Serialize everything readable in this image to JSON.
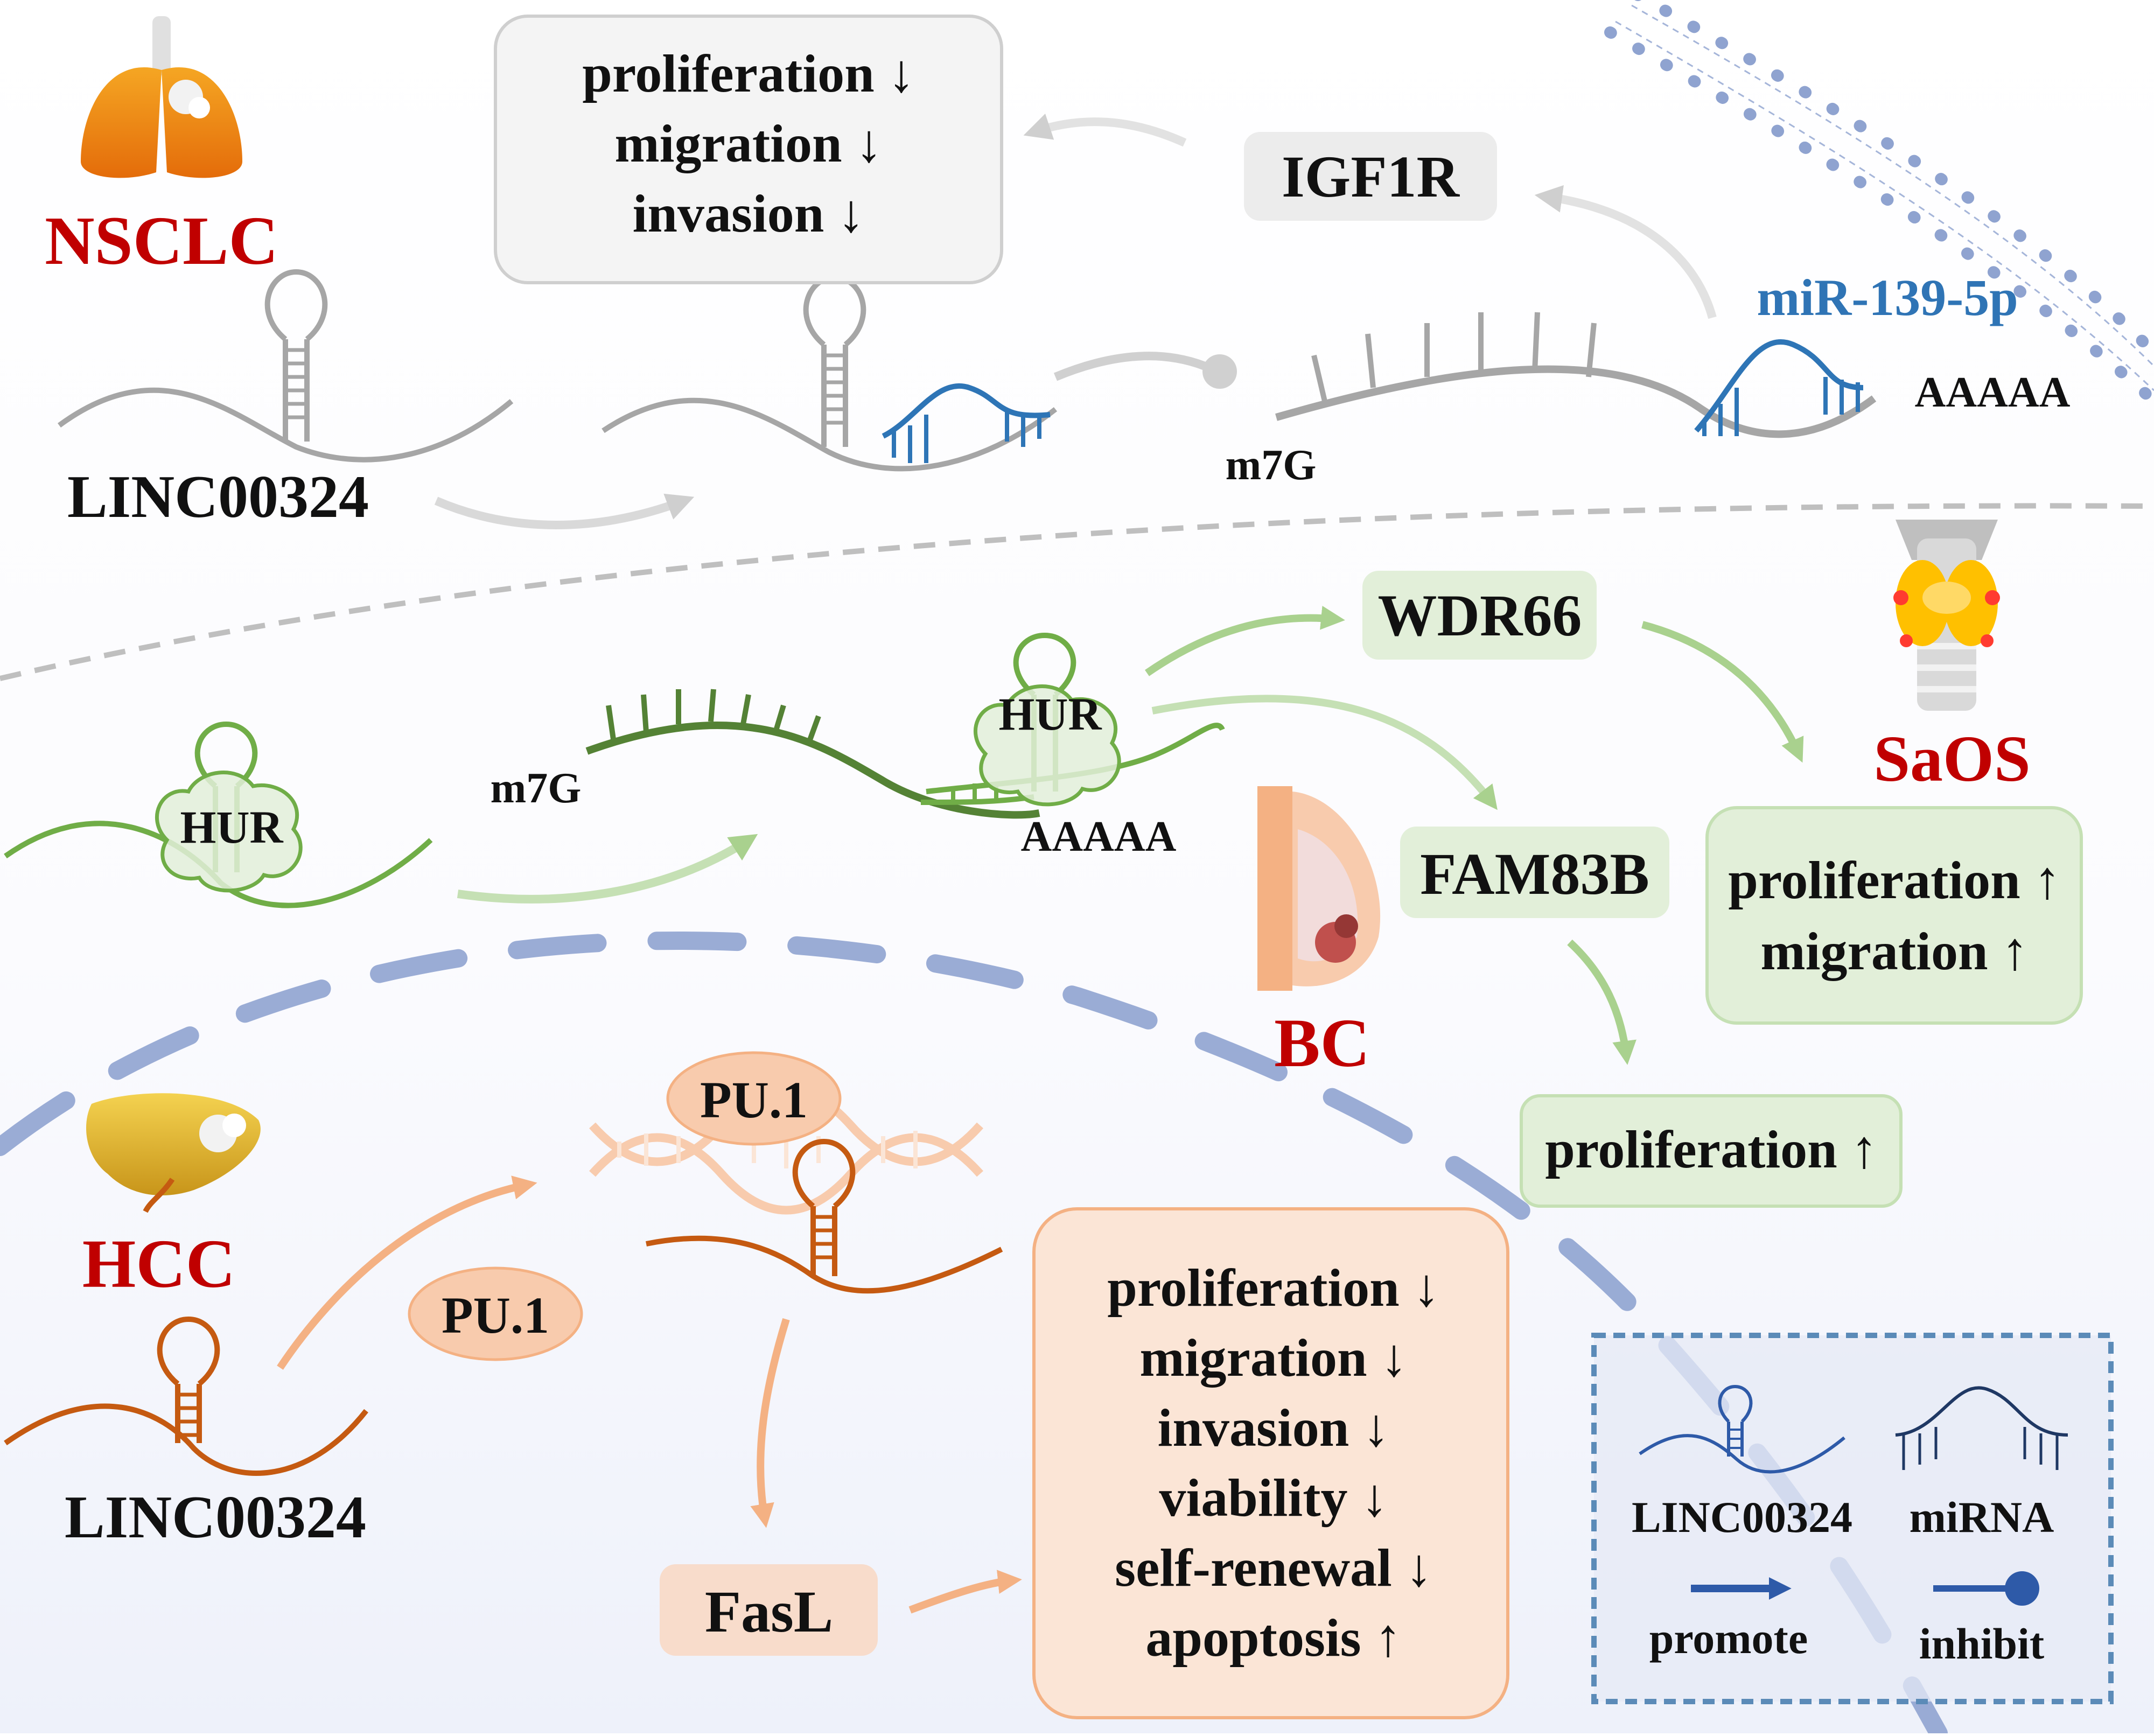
{
  "sections": {
    "nsclc": {
      "disease": "NSCLC",
      "lncrna": "LINC00324",
      "mirna": "miR-139-5p",
      "target": "IGF1R",
      "cap": "m7G",
      "polya": "AAAAA",
      "effects": [
        "proliferation ↓",
        "migration ↓",
        "invasion ↓"
      ]
    },
    "saos_bc": {
      "protein": "HUR",
      "cap": "m7G",
      "polya": "AAAAA",
      "target_saos": "WDR66",
      "target_bc": "FAM83B",
      "disease_saos": "SaOS",
      "disease_bc": "BC",
      "effects_saos": [
        "proliferation ↑",
        "migration ↑"
      ],
      "effects_bc": [
        "proliferation ↑"
      ]
    },
    "hcc": {
      "disease": "HCC",
      "lncrna": "LINC00324",
      "tf": "PU.1",
      "target": "FasL",
      "effects": [
        "proliferation ↓",
        "migration ↓",
        "invasion ↓",
        "viability ↓",
        "self-renewal ↓",
        "apoptosis ↑"
      ]
    }
  },
  "legend": {
    "lncrna": "LINC00324",
    "mirna": "miRNA",
    "promote": "promote",
    "inhibit": "inhibit"
  },
  "colors": {
    "grey": "#a6a6a6",
    "green": "#70ad47",
    "dark_green": "#548235",
    "orange": "#c55a11",
    "blue": "#2e75b6",
    "red_label": "#c00000",
    "membrane": "#8fa3d0"
  }
}
